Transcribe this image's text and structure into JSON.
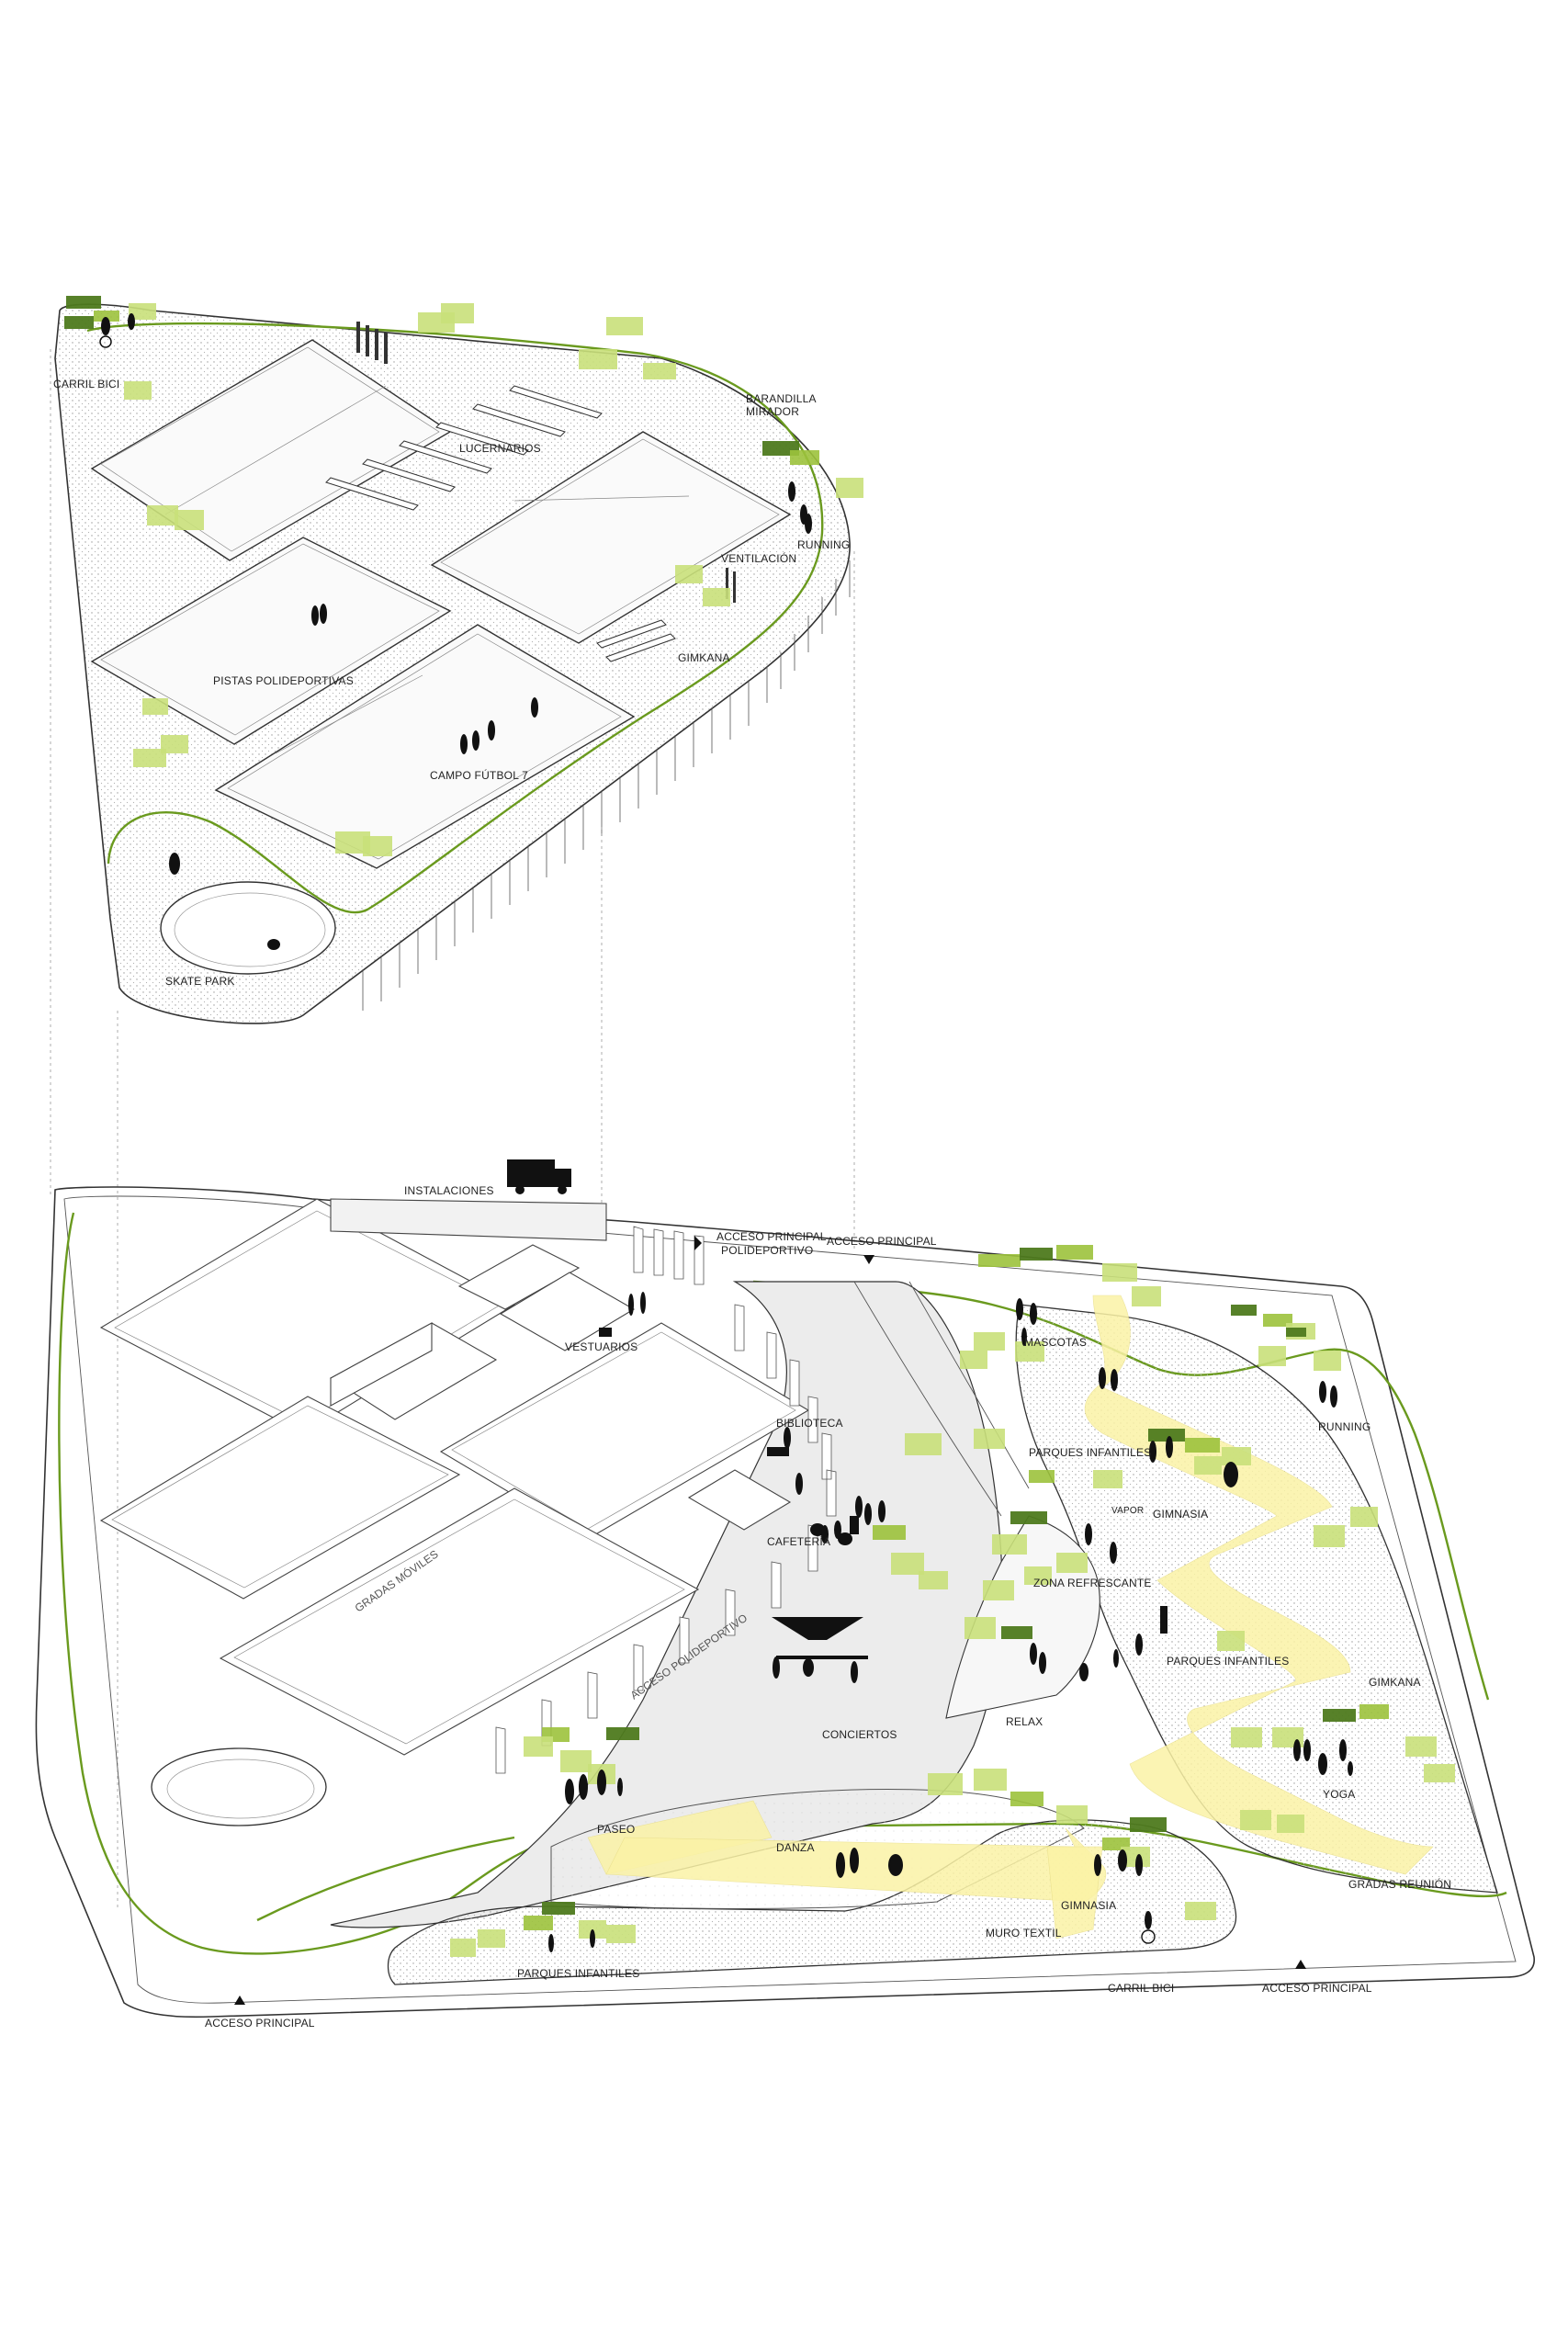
{
  "roof_plan": {
    "labels": {
      "carril_bici": "CARRIL BICI",
      "barandilla": "BARANDILLA",
      "mirador": "MIRADOR",
      "lucernarios": "LUCERNARIOS",
      "running": "RUNNING",
      "ventilacion": "VENTILACIÓN",
      "pistas": "PISTAS POLIDEPORTIVAS",
      "gimkana": "GIMKANA",
      "campo": "CAMPO FÚTBOL 7",
      "skate": "SKATE PARK"
    }
  },
  "ground_plan": {
    "labels": {
      "instalaciones": "INSTALACIONES",
      "acceso_poli_1": "ACCESO PRINCIPAL",
      "acceso_poli_2": "POLIDEPORTIVO",
      "acceso_principal_top": "ACCESO PRINCIPAL",
      "mascotas": "MASCOTAS",
      "vestuarios": "VESTUARIOS",
      "biblioteca": "BIBLIOTECA",
      "parques_1": "PARQUES INFANTILES",
      "running": "RUNNING",
      "vapor": "VAPOR",
      "gimnasia_1": "GIMNASIA",
      "cafeteria": "CAFETERÍA",
      "zona_refrescante": "ZONA REFRESCANTE",
      "gradas_moviles": "GRADAS MÓVILES",
      "acceso_polideportivo": "ACCESO POLIDEPORTIVO",
      "parques_2": "PARQUES INFANTILES",
      "gimkana": "GIMKANA",
      "relax": "RELAX",
      "conciertos": "CONCIERTOS",
      "yoga": "YOGA",
      "paseo": "PASEO",
      "danza": "DANZA",
      "gradas_reunion": "GRADAS REUNIÓN",
      "gimnasia_2": "GIMNASIA",
      "muro_textil": "MURO TEXTIL",
      "parques_3": "PARQUES INFANTILES",
      "carril_bici": "CARRIL BICI",
      "acceso_principal_right": "ACCESO PRINCIPAL",
      "acceso_principal_bottom": "ACCESO PRINCIPAL"
    }
  },
  "colors": {
    "green_path": "#6a9a1e",
    "tree_light": "#c9e07a",
    "tree_mid": "#9cc23c",
    "tree_dark": "#4e7a1e",
    "ribbon": "#fbf3a6"
  }
}
